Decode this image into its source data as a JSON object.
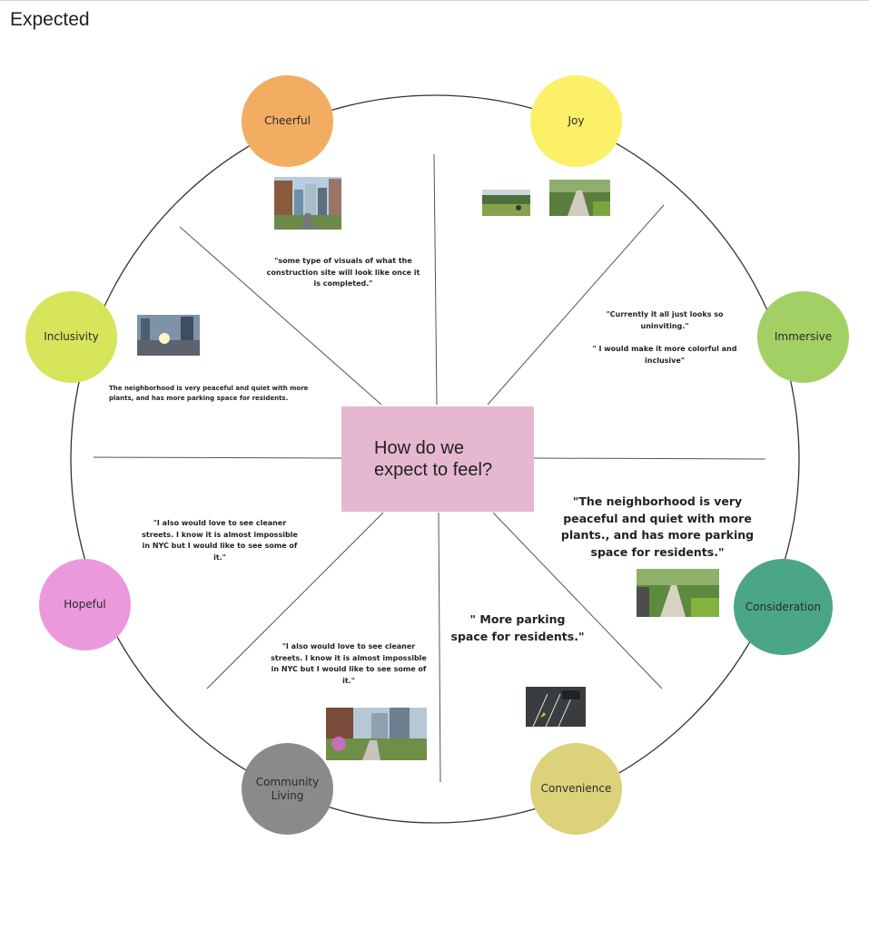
{
  "page": {
    "title": "Expected"
  },
  "center": {
    "question": "How do we expect to feel?"
  },
  "emotions": [
    {
      "label": "Cheerful",
      "color": "#f2ad62"
    },
    {
      "label": "Joy",
      "color": "#fbf067"
    },
    {
      "label": "Immersive",
      "color": "#a3d065"
    },
    {
      "label": "Consideration",
      "color": "#4aa684"
    },
    {
      "label": "Convenience",
      "color": "#dcd27a"
    },
    {
      "label": "Community Living",
      "color": "#8a8a8a"
    },
    {
      "label": "Hopeful",
      "color": "#eb99dd"
    },
    {
      "label": "Inclusivity",
      "color": "#d6e55a"
    }
  ],
  "quotes": {
    "cheerful": "\"some type of visuals of what the construction site will look like once it is completed.\"",
    "immersive_1": "\"Currently it all just looks so uninviting.\"",
    "immersive_2": "\" I would make it more colorful and inclusive\"",
    "inclusivity": "The neighborhood is very peaceful and quiet with more plants, and has more parking space for residents.",
    "consideration": "\"The neighborhood is very peaceful and quiet with more plants., and has more parking space for residents.\"",
    "hopeful": "\"I also would love to see cleaner streets. I know it is almost impossible in NYC but I would like to see some of it.\"",
    "community": "\"I also would love to see cleaner streets. I know it is almost impossible in NYC but I would like to see some of it.\"",
    "convenience": "\" More parking space for residents.\""
  },
  "photos": [
    {
      "subject": "city-street-towers"
    },
    {
      "subject": "park-lawn"
    },
    {
      "subject": "tree-lined-walkway"
    },
    {
      "subject": "sunlit-city-road"
    },
    {
      "subject": "garden-path"
    },
    {
      "subject": "parking-lot"
    },
    {
      "subject": "elevated-park-greenway"
    }
  ]
}
